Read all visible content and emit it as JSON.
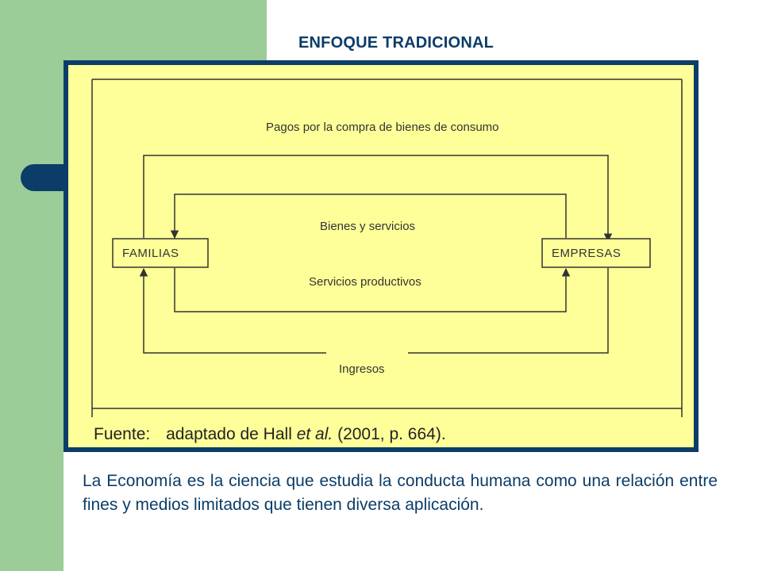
{
  "slide": {
    "title": "ENFOQUE TRADICIONAL",
    "body": "La Economía es la ciencia que estudia la conducta humana como una relación entre fines y medios limitados que tienen diversa aplicación."
  },
  "diagram": {
    "nodes": {
      "left": "FAMILIAS",
      "right": "EMPRESAS"
    },
    "flows": {
      "consumption_payments": "Pagos por la compra de bienes de consumo",
      "goods_services": "Bienes y servicios",
      "productive_services": "Servicios productivos",
      "income": "Ingresos"
    },
    "source": {
      "prefix": "Fuente:",
      "text_before": "adaptado de Hall ",
      "italic": "et al.",
      "text_after": " (2001, p. 664)."
    }
  },
  "colors": {
    "green_band": "#9ccc98",
    "navy": "#0b3d68",
    "diagram_bg": "#ffff99"
  }
}
